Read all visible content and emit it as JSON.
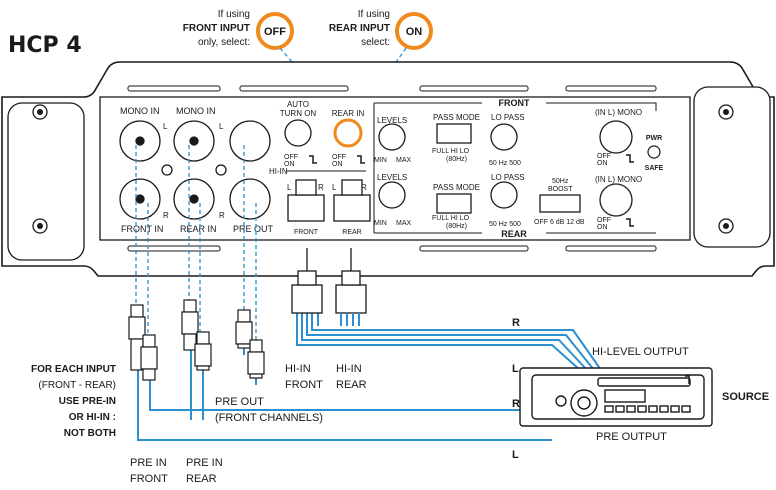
{
  "model": "HCP 4",
  "colors": {
    "wire": "#2b8fd1",
    "dash": "#2b8fd1",
    "callout": "#f08a1c",
    "ink": "#1a1a1a"
  },
  "callouts": {
    "front": {
      "line1": "If using",
      "line2": "FRONT INPUT",
      "line3": "only, select:",
      "badge": "OFF"
    },
    "rear": {
      "line1": "If using",
      "line2": "REAR INPUT",
      "line3": "select:",
      "badge": "ON"
    }
  },
  "panel": {
    "mono_in_1": "MONO IN",
    "mono_in_2": "MONO IN",
    "l": "L",
    "r": "R",
    "front_in": "FRONT IN",
    "rear_in": "REAR IN",
    "pre_out": "PRE OUT",
    "auto_turn_on": [
      "AUTO",
      "TURN ON"
    ],
    "rear_in_switch": "REAR IN",
    "off": "OFF",
    "on": "ON",
    "hi_in": "HI-IN",
    "hi_in_front": "FRONT",
    "hi_in_rear": "REAR",
    "front_header": "FRONT",
    "rear_header": "REAR",
    "levels": "LEVELS",
    "min": "MIN",
    "max": "MAX",
    "pass_mode": "PASS MODE",
    "pass_opts": "FULL  HI  LO",
    "pass_hz": "(80Hz)",
    "lo_pass": "LO PASS",
    "lo_pass_scale": "50  Hz  500",
    "boost": [
      "50Hz",
      "BOOST"
    ],
    "boost_opts": "OFF  6 dB  12 dB",
    "in_l_mono": "(IN L) MONO",
    "pwr": "PWR",
    "safe": "SAFE"
  },
  "labels": {
    "each_input": [
      "FOR EACH INPUT",
      "(FRONT - REAR)",
      "USE PRE-IN",
      "OR  HI-IN :",
      "NOT BOTH"
    ],
    "hi_in_front": [
      "HI-IN",
      "FRONT"
    ],
    "hi_in_rear": [
      "HI-IN",
      "REAR"
    ],
    "pre_out_front": [
      "PRE OUT",
      "(FRONT CHANNELS)"
    ],
    "pre_in_front": [
      "PRE IN",
      "FRONT"
    ],
    "pre_in_rear": [
      "PRE IN",
      "REAR"
    ],
    "hi_level_output": "HI-LEVEL OUTPUT",
    "pre_output": "PRE OUTPUT",
    "source": "SOURCE",
    "r": "R",
    "l": "L"
  }
}
